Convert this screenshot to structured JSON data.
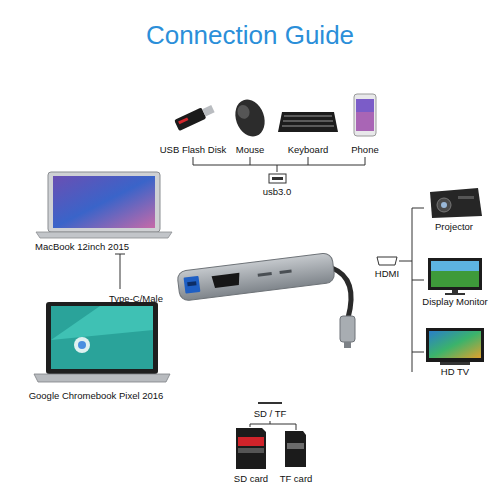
{
  "diagram": {
    "title": "Connection Guide",
    "labels": [
      "USB Flash Disk",
      "Mouse",
      "Keyboard",
      "Phone",
      "usb3.0",
      "MacBook 12inch 2015",
      "Type-C/Male",
      "Google Chromebook Pixel 2016",
      "Projector",
      "HDMI",
      "Display Monitor",
      "HD TV",
      "SD / TF",
      "SD card",
      "TF card"
    ]
  }
}
